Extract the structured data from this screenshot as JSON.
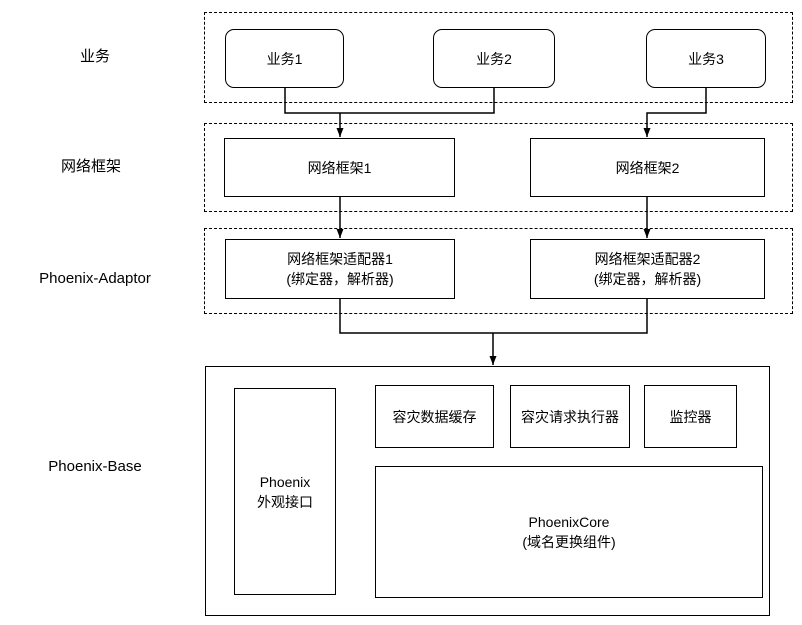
{
  "rows": {
    "business": {
      "label": "业务"
    },
    "framework": {
      "label": "网络框架"
    },
    "adaptor": {
      "label": "Phoenix-Adaptor"
    },
    "base": {
      "label": "Phoenix-Base"
    }
  },
  "nodes": {
    "business1": {
      "label": "业务1"
    },
    "business2": {
      "label": "业务2"
    },
    "business3": {
      "label": "业务3"
    },
    "framework1": {
      "label": "网络框架1"
    },
    "framework2": {
      "label": "网络框架2"
    },
    "adaptor1": {
      "title": "网络框架适配器1",
      "subtitle": "(绑定器，解析器)"
    },
    "adaptor2": {
      "title": "网络框架适配器2",
      "subtitle": "(绑定器，解析器)"
    },
    "facade": {
      "line1": "Phoenix",
      "line2": "外观接口"
    },
    "cache": {
      "label": "容灾数据缓存"
    },
    "executor": {
      "label": "容灾请求执行器"
    },
    "monitor": {
      "label": "监控器"
    },
    "core": {
      "title": "PhoenixCore",
      "subtitle": "(域名更换组件)"
    }
  },
  "colors": {
    "stroke": "#000000",
    "background": "#ffffff",
    "text": "#000000"
  }
}
